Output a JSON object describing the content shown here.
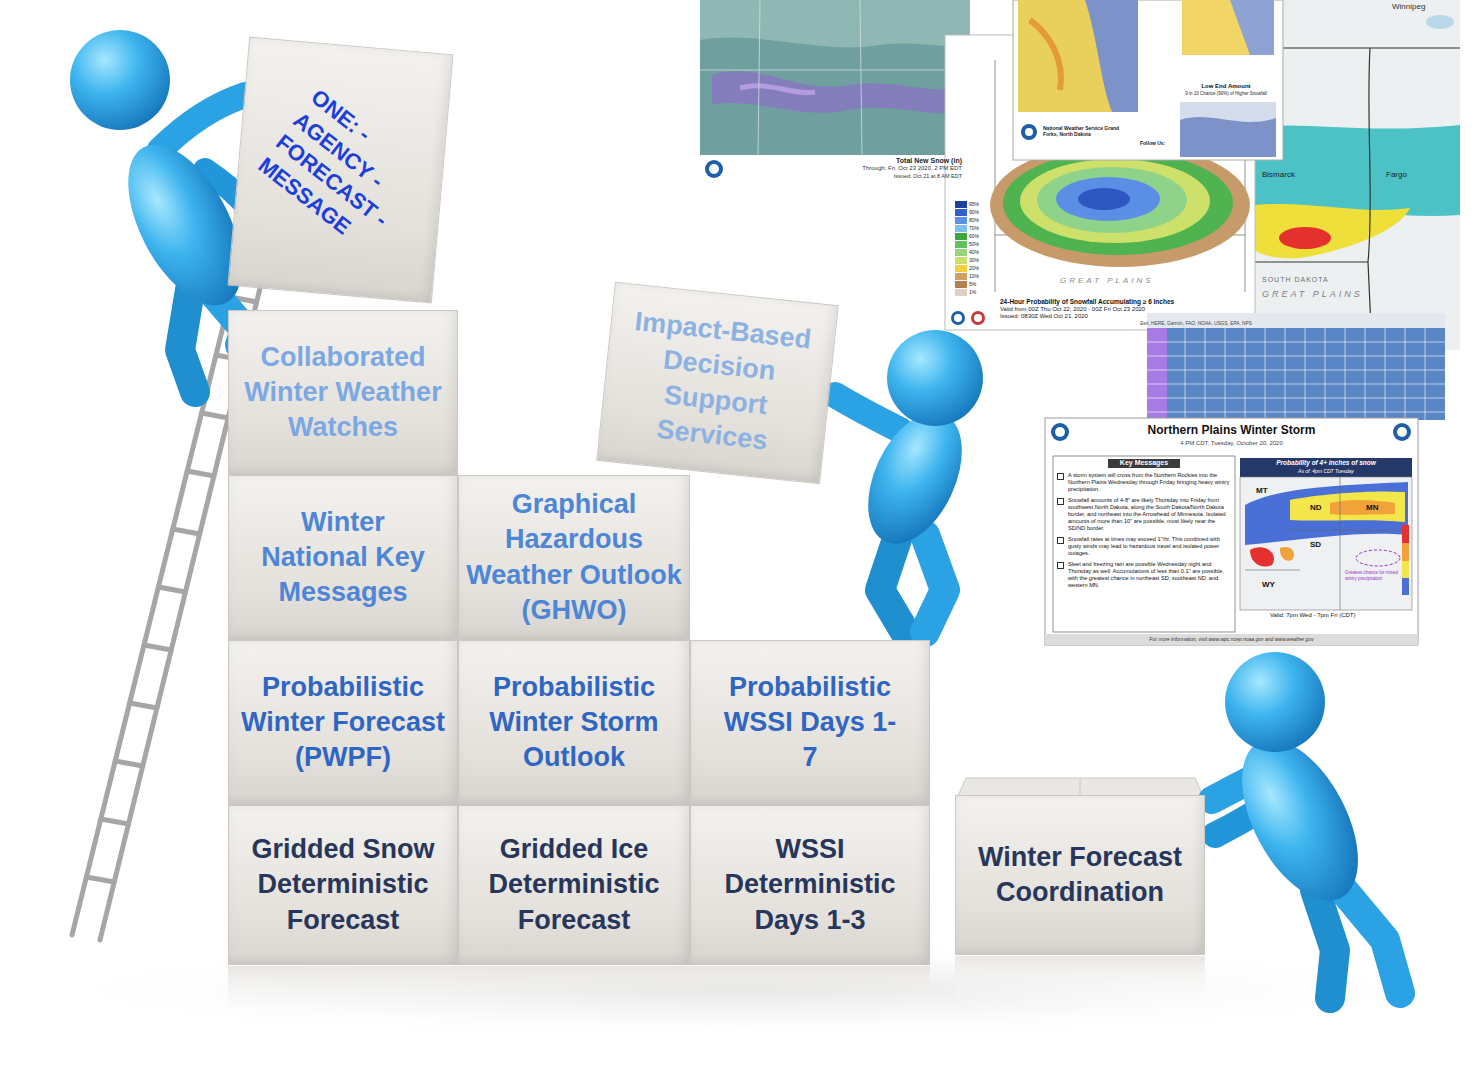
{
  "diagram": {
    "nodes": [
      {
        "text": [
          "ONE: -AGENCY -FORECAST -MESSAGE"
        ]
      },
      {
        "text": [
          "Collaborated Winter Weather Watches"
        ]
      },
      {
        "text": [
          "Impact-Based Decision Support Services"
        ]
      },
      {
        "text": [
          "Winter National Key Messages"
        ]
      },
      {
        "text": [
          "Graphical Hazardous Weather Outlook (GHWO)"
        ]
      },
      {
        "text": [
          "Probabilistic Winter Forecast (PWPF)"
        ]
      },
      {
        "text": [
          "Probabilistic Winter Storm Outlook"
        ]
      },
      {
        "text": [
          "Probabilistic WSSI Days 1-7"
        ]
      },
      {
        "text": [
          "Gridded Snow Deterministic Forecast"
        ]
      },
      {
        "text": [
          "Gridded Ice Deterministic Forecast"
        ]
      },
      {
        "text": [
          "WSSI Deterministic Days 1-3"
        ]
      },
      {
        "text": [
          "Winter Forecast Coordination"
        ]
      }
    ],
    "edges": [],
    "labels": [
      "Total New Snow (in)",
      "Through: Fri, Oct 23 2020, 2 PM EDT",
      "Issued: Oct 21 at 8 AM EDT",
      "Winnipeg",
      "Bismarck",
      "Fargo",
      "SOUTH DAKOTA",
      "GREAT PLAINS",
      "95%",
      "90%",
      "80%",
      "70%",
      "60%",
      "50%",
      "40%",
      "30%",
      "20%",
      "10%",
      "5%",
      "1%",
      "GREAT PLAINS",
      "24-Hour Probability of Snowfall Accumulating ≥ 6 Inches",
      "Valid from 00Z Thu Oct 22, 2020 - 00Z Fri Oct 23 2020",
      "Issued: 0830Z Wed Oct 21, 2020",
      "Esri, HERE, Garmin, FAO, NOAA, USGS, EPA, NPS",
      "Low End Amount",
      "9 in 10 Chance (90%) of Higher Snowfall",
      "National Weather Service Grand Forks, North Dakota",
      "Follow Us:",
      "Northern Plains Winter Storm",
      "4 PM CDT, Tuesday, October 20, 2020",
      "Key Messages",
      "A storm system will cross from the Northern Rockies into the Northern Plains Wednesday through Friday bringing heavy wintry precipitation.",
      "Snowfall amounts of 4-8\" are likely Thursday into Friday from southwest North Dakota, along the South Dakota/North Dakota border, and northeast into the Arrowhead of Minnesota. Isolated amounts of more than 10\" are possible, most likely near the SD/ND border.",
      "Snowfall rates at times may exceed 1\"/hr. This combined with gusty winds may lead to hazardous travel and isolated power outages.",
      "Sleet and freezing rain are possible Wednesday night and Thursday as well. Accumulations of less than 0.1\" are possible, with the greatest chance in northeast SD, southeast ND, and western MN.",
      "Probability of 4+ inches of snow",
      "As of: 4pm CDT Tuesday",
      "MT",
      "ND",
      "MN",
      "SD",
      "WY",
      "Greatest chance for mixed wintry precipitation",
      "Valid: 7pm Wed - 7pm Fri (CDT)",
      "For more information, visit www.wpc.ncep.noaa.gov and www.weather.gov"
    ]
  }
}
